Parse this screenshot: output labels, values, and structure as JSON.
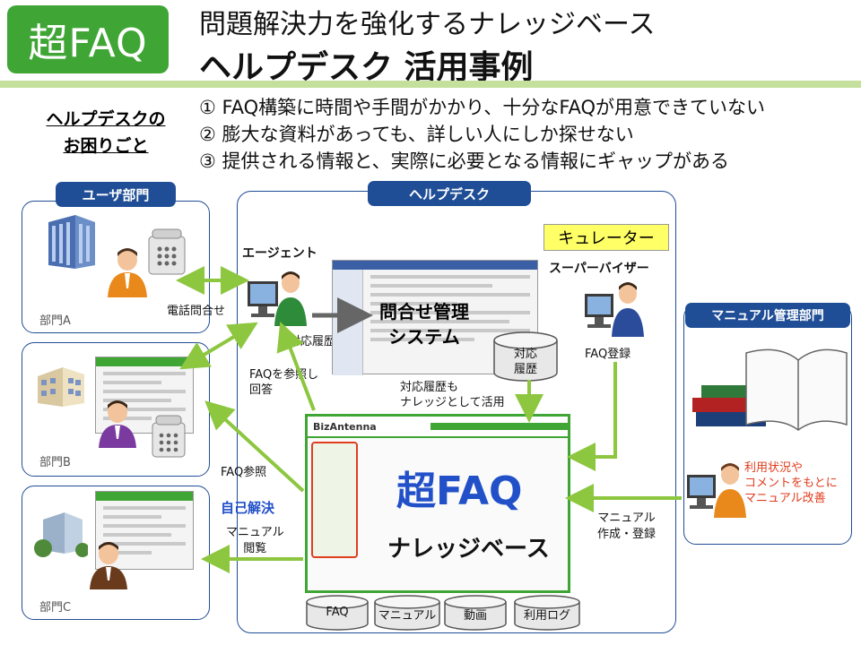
{
  "header": {
    "logo": "超FAQ",
    "subtitle": "問題解決力を強化するナレッジベース",
    "title": "ヘルプデスク 活用事例"
  },
  "problems": {
    "label_line1": "ヘルプデスクの",
    "label_line2": "お困りごと",
    "items": [
      "① FAQ構築に時間や手間がかかり、十分なFAQが用意できていない",
      "② 膨大な資料があっても、詳しい人にしか探せない",
      "③ 提供される情報と、実際に必要となる情報にギャップがある"
    ]
  },
  "sections": {
    "user_dept": "ユーザ部門",
    "helpdesk": "ヘルプデスク",
    "manual_dept": "マニュアル管理部門"
  },
  "departments": [
    "部門A",
    "部門B",
    "部門C"
  ],
  "labels": {
    "agent": "エージェント",
    "phone_inquiry": "電話問合せ",
    "history_register": "対応履歴登録",
    "inquiry_system_line1": "問合せ管理",
    "inquiry_system_line2": "システム",
    "history_db_line1": "対応",
    "history_db_line2": "履歴",
    "curator": "キュレーター",
    "supervisor": "スーパーバイザー",
    "faq_register": "FAQ登録",
    "faq_refer_answer_line1": "FAQを参照し",
    "faq_refer_answer_line2": "回答",
    "history_as_knowledge_line1": "対応履歴も",
    "history_as_knowledge_line2": "ナレッジとして活用",
    "faq_refer": "FAQ参照",
    "self_solve": "自己解決",
    "manual_browse_line1": "マニュアル",
    "manual_browse_line2": "閲覧",
    "manual_create_line1": "マニュアル",
    "manual_create_line2": "作成・登録",
    "improve_line1": "利用状況や",
    "improve_line2": "コメントをもとに",
    "improve_line3": "マニュアル改善",
    "chofaq": "超FAQ",
    "knowledge_base": "ナレッジベース",
    "bizantenna": "BizAntenna"
  },
  "databases": [
    "FAQ",
    "マニュアル",
    "動画",
    "利用ログ"
  ],
  "colors": {
    "green": "#3fa535",
    "navy": "#1f4e96",
    "arrow_green": "#8dc63f",
    "arrow_gray": "#666666",
    "red": "#e03c1e",
    "blue": "#2150c8"
  }
}
